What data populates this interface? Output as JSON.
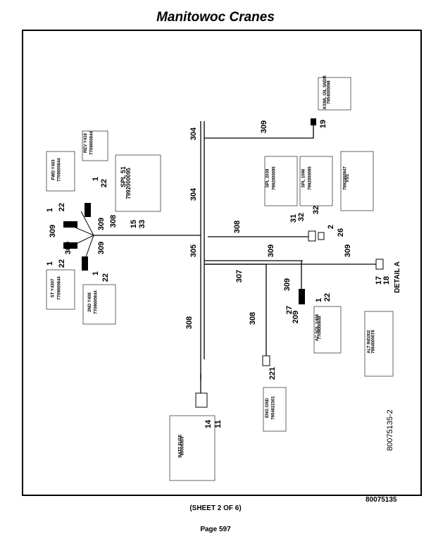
{
  "header": {
    "title": "Manitowoc Cranes"
  },
  "footer": {
    "sheet": "(SHEET 2 OF 6)",
    "page": "Page 597",
    "doc_number": "80075135"
  },
  "drawing": {
    "part_number": "80075135-2",
    "detail_label": "DETAIL A",
    "wire_labels": [
      "304",
      "304",
      "309",
      "308",
      "305",
      "307",
      "309",
      "309",
      "308",
      "308",
      "308",
      "309",
      "309"
    ],
    "callouts": {
      "c19": "19",
      "c2": "2",
      "c26": "26",
      "c31": "31",
      "c32a": "32",
      "c32b": "32",
      "c15": "15",
      "c33": "33",
      "c1a": "1",
      "c22a": "22",
      "c1b": "1",
      "c22b": "22",
      "c309a": "309",
      "c309b": "309",
      "c309c": "309",
      "c1c": "1",
      "c22c": "22",
      "c1d": "1",
      "c22d": "22",
      "c17": "17",
      "c18": "18",
      "c1e": "1",
      "c22e": "22",
      "c27": "27",
      "c209": "209",
      "c221": "221",
      "c14": "14",
      "c11": "11"
    },
    "tables": {
      "kswl": {
        "name": "KSWL OIL SNDR",
        "part": "7954000098"
      },
      "rev": {
        "name": "REV Y418",
        "part": "7709000844"
      },
      "fwd": {
        "name": "FWD Y403",
        "part": "7709000844"
      },
      "spl51": {
        "name": "SPL 51",
        "part": "7992000095"
      },
      "spl2039": {
        "name": "SPL 2039",
        "part": "7992000095"
      },
      "spl1096": {
        "name": "SPL 1096",
        "part": "7992000095"
      },
      "vss": {
        "name": "VSS",
        "part": "7892000947"
      },
      "st": {
        "name": "ST Y4307",
        "part": "7709000844"
      },
      "ind2": {
        "name": "2ND Y408",
        "part": "7709000844"
      },
      "acsol": {
        "name": "AC SOL Y406",
        "part": "7709000844"
      },
      "alt": {
        "name": "ALT IND202",
        "part": "7964000076"
      },
      "eng": {
        "name": "ENG GND",
        "part": "7954622301"
      },
      "batt": {
        "name": "BATT FUSE",
        "part": "80006503"
      }
    }
  }
}
